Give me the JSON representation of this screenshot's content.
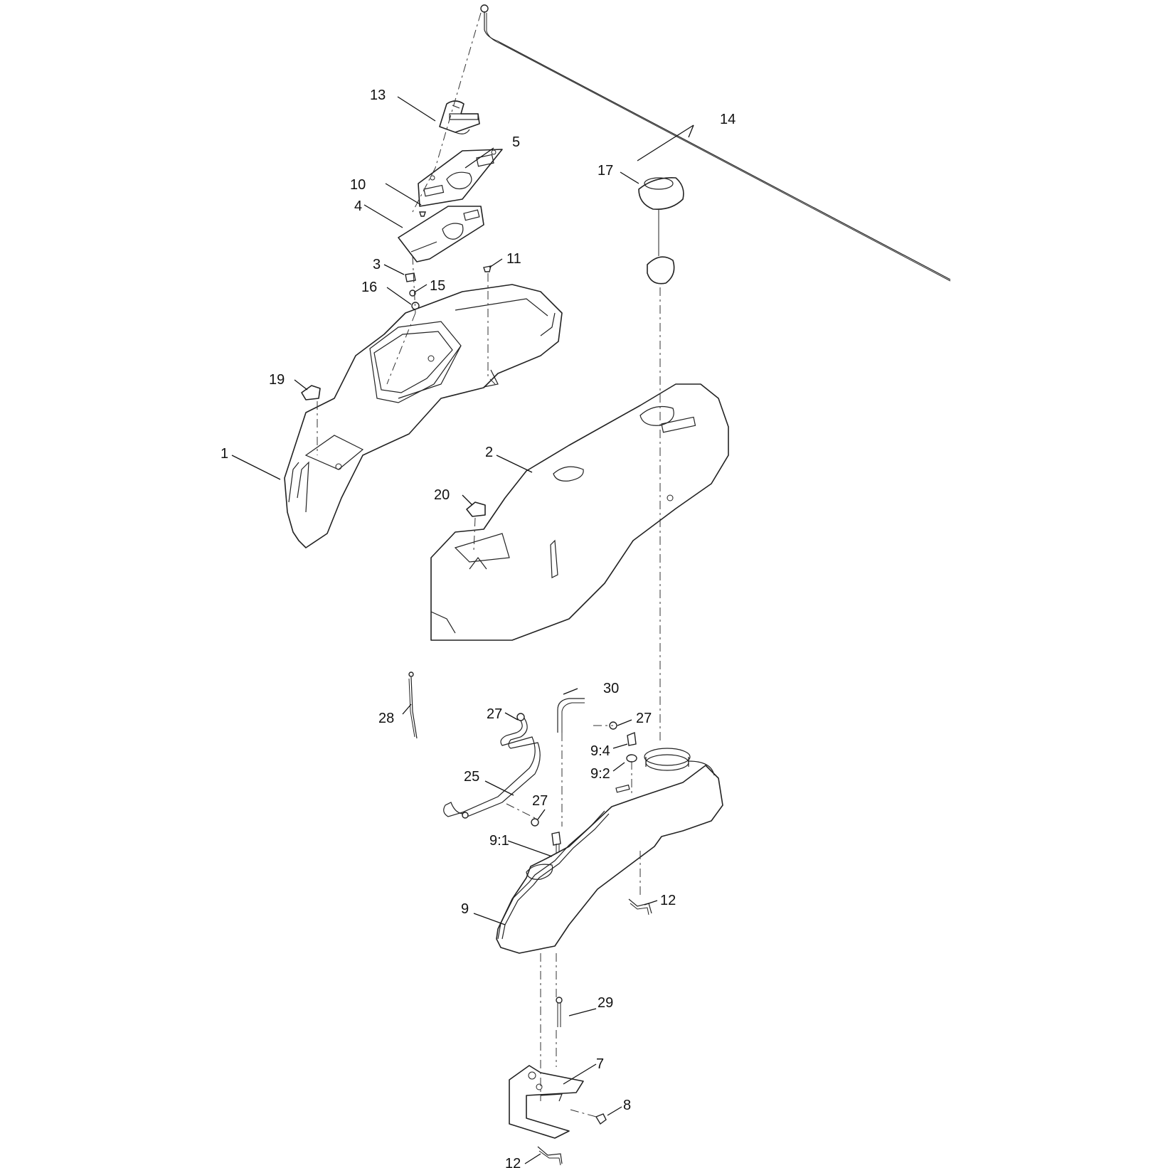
{
  "callouts": {
    "c1": "1",
    "c2": "2",
    "c3": "3",
    "c4": "4",
    "c5": "5",
    "c7": "7",
    "c8": "8",
    "c9": "9",
    "c9_1": "9:1",
    "c9_2": "9:2",
    "c9_4": "9:4",
    "c10": "10",
    "c11": "11",
    "c12a": "12",
    "c12b": "12",
    "c13": "13",
    "c14": "14",
    "c15": "15",
    "c16": "16",
    "c17": "17",
    "c19": "19",
    "c20": "20",
    "c25": "25",
    "c27a": "27",
    "c27b": "27",
    "c27c": "27",
    "c28": "28",
    "c29": "29",
    "c30": "30"
  }
}
